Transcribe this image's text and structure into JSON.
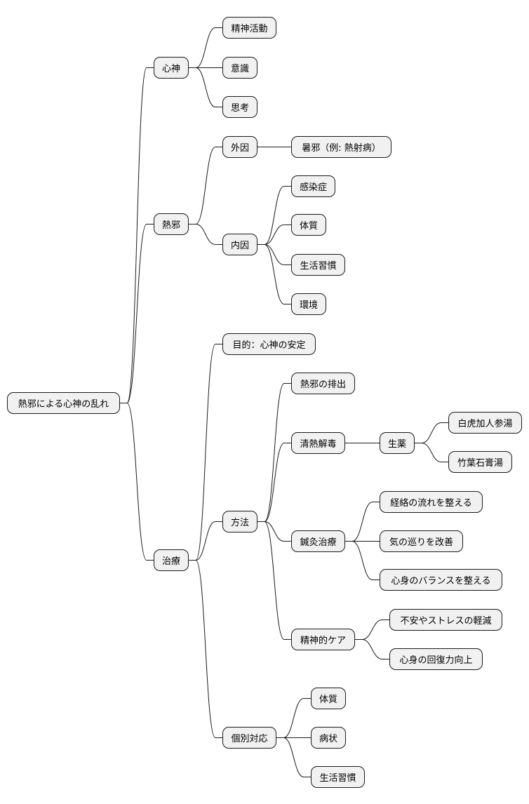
{
  "mindmap": {
    "root": {
      "label": "熱邪による心神の乱れ",
      "children": [
        {
          "label": "心神",
          "children": [
            {
              "label": "精神活動"
            },
            {
              "label": "意識"
            },
            {
              "label": "思考"
            }
          ]
        },
        {
          "label": "熱邪",
          "children": [
            {
              "label": "外因",
              "children": [
                {
                  "label": "暑邪（例: 熱射病）"
                }
              ]
            },
            {
              "label": "内因",
              "children": [
                {
                  "label": "感染症"
                },
                {
                  "label": "体質"
                },
                {
                  "label": "生活習慣"
                },
                {
                  "label": "環境"
                }
              ]
            }
          ]
        },
        {
          "label": "治療",
          "children": [
            {
              "label": "目的：心神の安定"
            },
            {
              "label": "方法",
              "children": [
                {
                  "label": "熱邪の排出"
                },
                {
                  "label": "清熱解毒",
                  "children": [
                    {
                      "label": "生薬",
                      "children": [
                        {
                          "label": "白虎加人参湯"
                        },
                        {
                          "label": "竹葉石膏湯"
                        }
                      ]
                    }
                  ]
                },
                {
                  "label": "鍼灸治療",
                  "children": [
                    {
                      "label": "経絡の流れを整える"
                    },
                    {
                      "label": "気の巡りを改善"
                    },
                    {
                      "label": "心身のバランスを整える"
                    }
                  ]
                },
                {
                  "label": "精神的ケア",
                  "children": [
                    {
                      "label": "不安やストレスの軽減"
                    },
                    {
                      "label": "心身の回復力向上"
                    }
                  ]
                }
              ]
            },
            {
              "label": "個別対応",
              "children": [
                {
                  "label": "体質"
                },
                {
                  "label": "病状"
                },
                {
                  "label": "生活習慣"
                }
              ]
            }
          ]
        }
      ]
    }
  }
}
